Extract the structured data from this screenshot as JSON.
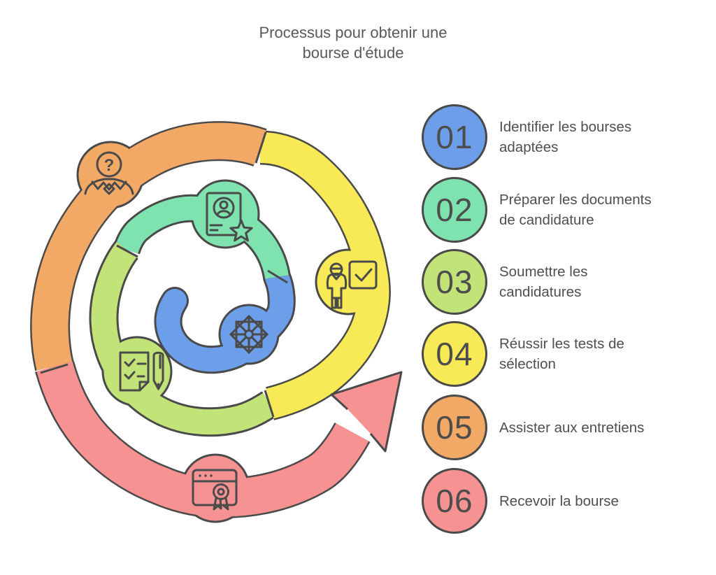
{
  "title": {
    "line1": "Processus pour obtenir une",
    "line2": "bourse d'étude"
  },
  "colors": {
    "outline": "#4a4a4a",
    "text": "#4f4f4f",
    "title": "#595959",
    "step1": "#6d9eea",
    "step2": "#7ee3af",
    "step3": "#c1e377",
    "step4": "#f7ea56",
    "step5": "#f3a966",
    "step6": "#f69392"
  },
  "steps": [
    {
      "num": "01",
      "label": "Identifier les bourses adaptées",
      "color": "#6d9eea",
      "icon": "compass-rosette-icon"
    },
    {
      "num": "02",
      "label": "Préparer les documents de candidature",
      "color": "#7ee3af",
      "icon": "id-card-star-icon"
    },
    {
      "num": "03",
      "label": "Soumettre les candidatures",
      "color": "#c1e377",
      "icon": "checklist-pen-icon"
    },
    {
      "num": "04",
      "label": "Réussir les tests de sélection",
      "color": "#f7ea56",
      "icon": "person-checkboard-icon"
    },
    {
      "num": "05",
      "label": "Assister aux entretiens",
      "color": "#f3a966",
      "icon": "user-question-icon"
    },
    {
      "num": "06",
      "label": "Recevoir la bourse",
      "color": "#f69392",
      "icon": "browser-award-icon"
    }
  ]
}
